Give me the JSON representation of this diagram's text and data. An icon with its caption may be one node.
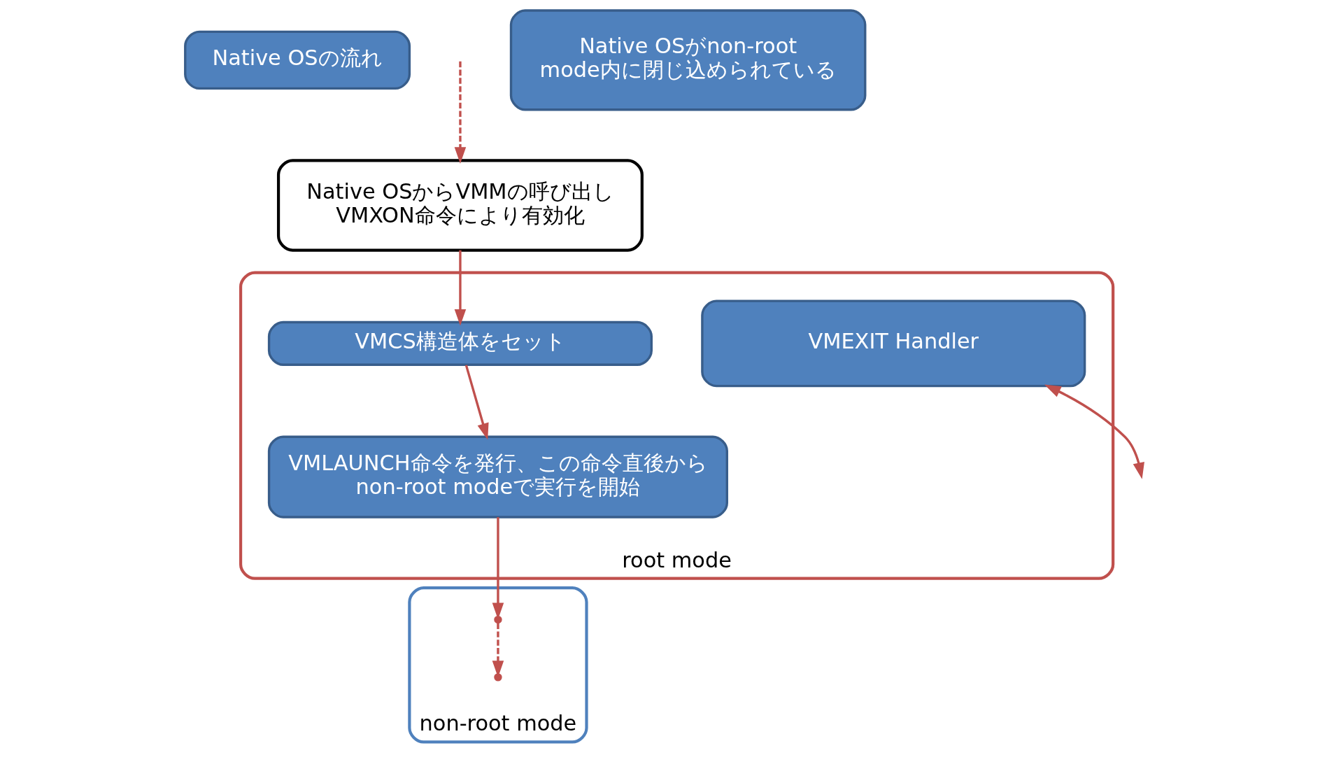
{
  "diagram": {
    "nodes": [
      {
        "text": [
          "Native OSの流れ"
        ]
      },
      {
        "text": [
          "Native OSからVMMの呼び出し VMXON命令により有効化"
        ]
      },
      {
        "text": [
          "root mode"
        ]
      },
      {
        "text": [
          "VMCS構造体をセット"
        ],
        "in": 2
      },
      {
        "text": [
          "VMLAUNCH命令を発行、この命令直後からnon-root modeで実行を開始"
        ],
        "in": 2
      },
      {
        "text": [
          "VMEXIT Handler"
        ],
        "in": 2
      },
      {
        "text": [
          "non-root mode"
        ]
      },
      {
        "text": [
          "Native OSがnon-root mode内に閉じ込められている"
        ]
      },
      {
        "text": [],
        "shape": "point",
        "in": 6
      },
      {
        "text": [],
        "shape": "point",
        "in": 6
      }
    ],
    "edges": [
      {
        "from": null,
        "to": 1,
        "arrow": "to",
        "style": "dashed"
      },
      {
        "from": 1,
        "to": 3,
        "arrow": "to"
      },
      {
        "from": 3,
        "to": 4,
        "arrow": "to"
      },
      {
        "from": 4,
        "to": 8,
        "arrow": "to"
      },
      {
        "from": 8,
        "to": 9,
        "arrow": "to",
        "style": "dashed"
      },
      {
        "from": 5,
        "to": null,
        "arrow": "both"
      }
    ]
  }
}
